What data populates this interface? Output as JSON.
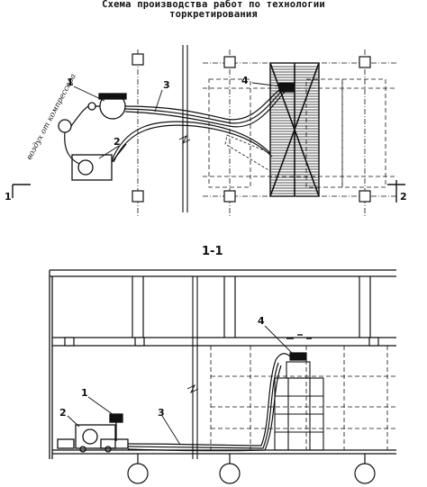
{
  "title": {
    "line1": "Схема производства работ по технологии",
    "line2": "торкретирования"
  },
  "plan": {
    "callouts": [
      "1",
      "2",
      "3",
      "4"
    ],
    "note": "воздух от компрессора",
    "section_mark_left": "1",
    "section_mark_right": "2"
  },
  "section": {
    "label": "1-1",
    "callouts": [
      "1",
      "2",
      "3",
      "4"
    ]
  }
}
